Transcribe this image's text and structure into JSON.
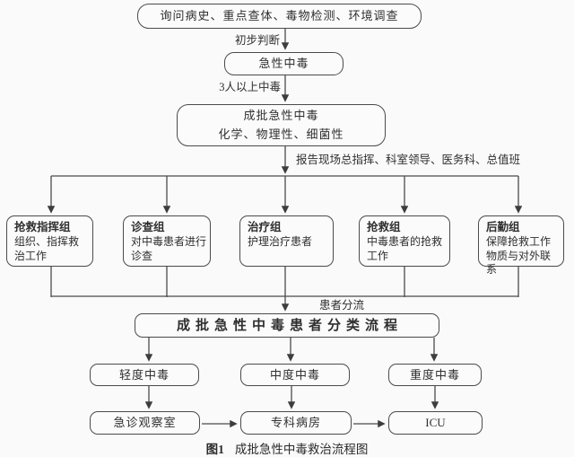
{
  "figure": {
    "caption_prefix": "图1",
    "caption_text": "成批急性中毒救治流程图"
  },
  "colors": {
    "line": "#4b4b4b",
    "text": "#2f2f2f",
    "background": "#fafafa"
  },
  "nodes": {
    "inquiry": "询问病史、重点查体、毒物检测、环境调查",
    "acute": "急性中毒",
    "mass_title": "成批急性中毒",
    "mass_sub": "化学、物理性、细菌性",
    "classification": "成批急性中毒患者分类流程",
    "mild": "轻度中毒",
    "moderate": "中度中毒",
    "severe": "重度中毒",
    "observation": "急诊观察室",
    "ward": "专科病房",
    "icu": "ICU"
  },
  "labels": {
    "initial_judgment": "初步判断",
    "three_or_more": "3人以上中毒",
    "report": "报告现场总指挥、科室领导、医务科、总值班",
    "triage": "患者分流"
  },
  "groups": [
    {
      "title": "抢救指挥组",
      "desc": "组织、指挥救治工作"
    },
    {
      "title": "诊查组",
      "desc": "对中毒患者进行诊查"
    },
    {
      "title": "治疗组",
      "desc": "护理治疗患者"
    },
    {
      "title": "抢救组",
      "desc": "中毒患者的抢救工作"
    },
    {
      "title": "后勤组",
      "desc": "保障抢救工作物质与对外联系"
    }
  ]
}
